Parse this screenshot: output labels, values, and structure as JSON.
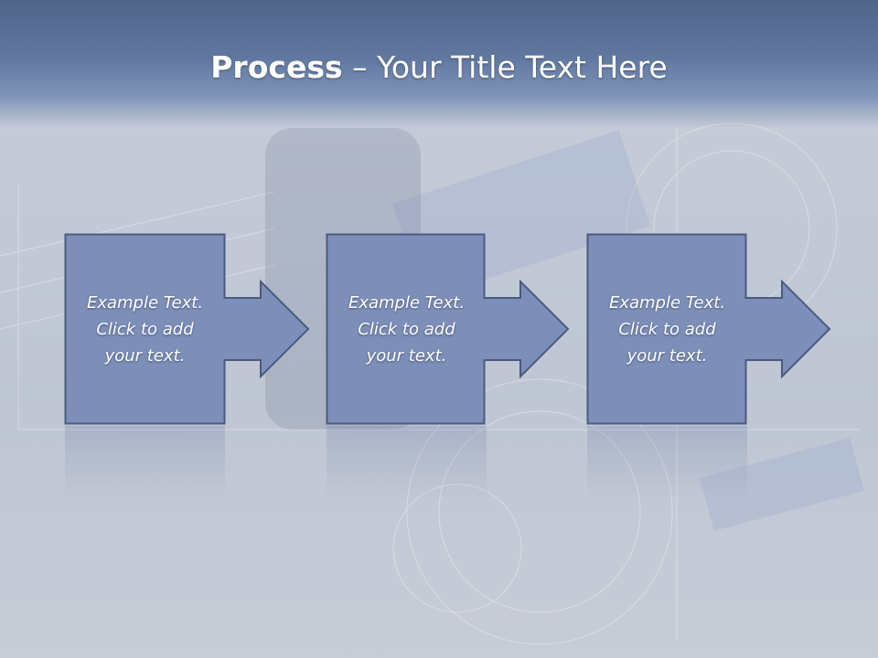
{
  "slide": {
    "title_bold": "Process",
    "title_rest": " – Your Title Text Here"
  },
  "steps": [
    {
      "text": "Example Text.\nClick  to add\nyour text."
    },
    {
      "text": "Example Text.\nClick  to add\nyour text."
    },
    {
      "text": "Example Text.\nClick  to add\nyour text."
    }
  ],
  "colors": {
    "box_fill": "#7d8fb8",
    "box_border": "#4a5a80",
    "title_band": "#5a6f98"
  }
}
